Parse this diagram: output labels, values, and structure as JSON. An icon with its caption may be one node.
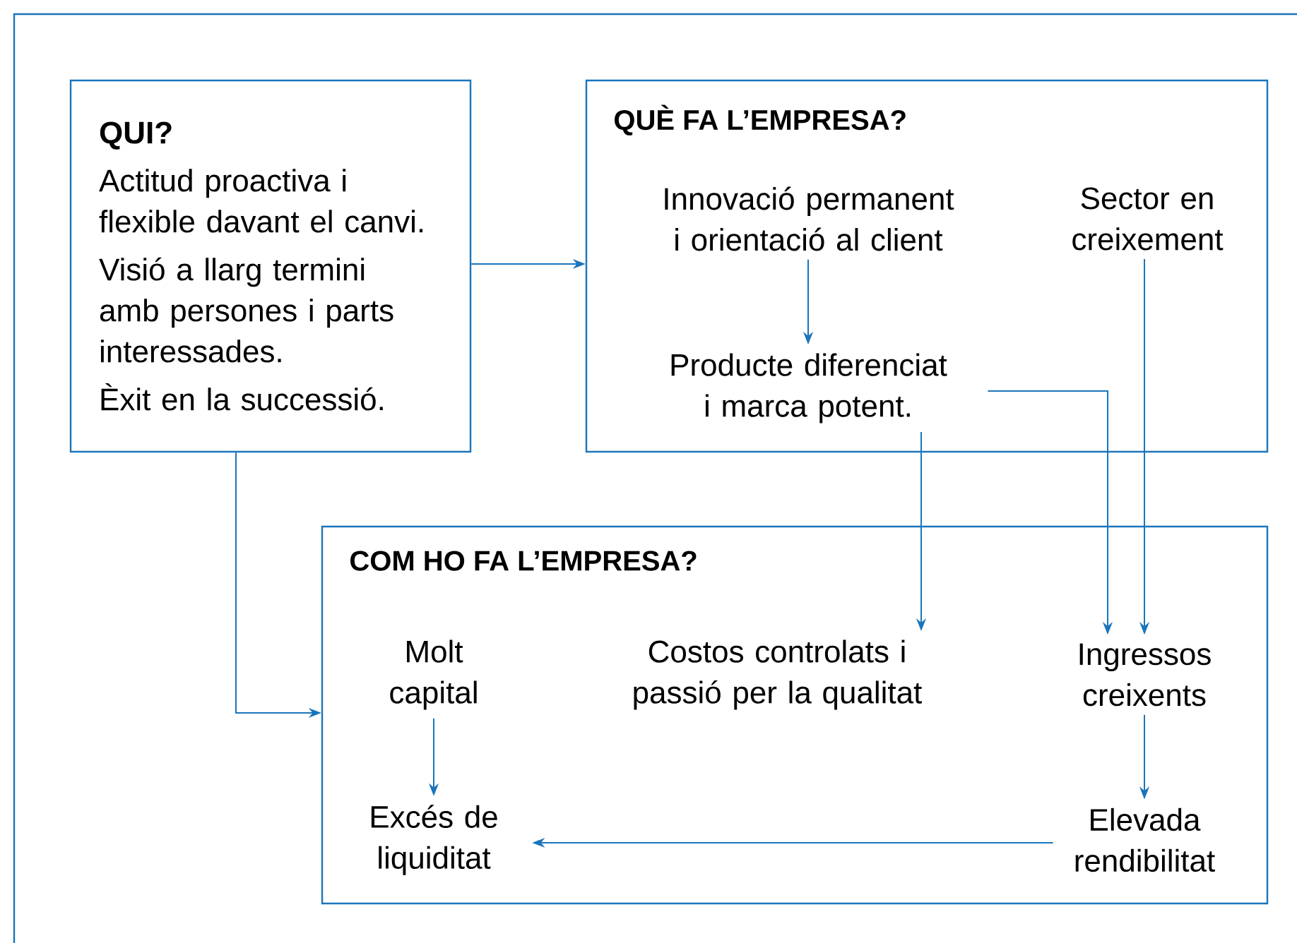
{
  "diagram": {
    "nodes": [
      {
        "text": [
          "QUI?",
          "Actitud proactiva i flexible davant el canvi.",
          "Visió a llarg termini amb persones i parts interessades.",
          "Èxit en la successió."
        ]
      },
      {
        "text": [
          "QUÈ FA L’EMPRESA?"
        ]
      },
      {
        "text": [
          "Innovació permanent i orientació al client"
        ],
        "in": 1
      },
      {
        "text": [
          "Sector en creixement"
        ],
        "in": 1
      },
      {
        "text": [
          "Producte diferenciat i marca potent."
        ],
        "in": 1
      },
      {
        "text": [
          "COM HO FA L’EMPRESA?"
        ]
      },
      {
        "text": [
          "Molt capital"
        ],
        "in": 5
      },
      {
        "text": [
          "Costos controlats i passió per la qualitat"
        ],
        "in": 5
      },
      {
        "text": [
          "Ingressos creixents"
        ],
        "in": 5
      },
      {
        "text": [
          "Excés de liquiditat"
        ],
        "in": 5
      },
      {
        "text": [
          "Elevada rendibilitat"
        ],
        "in": 5
      }
    ],
    "edges": [
      {
        "from": 0,
        "to": 1,
        "arrow": "to"
      },
      {
        "from": 0,
        "to": 5,
        "arrow": "to"
      },
      {
        "from": 2,
        "to": 4,
        "arrow": "to"
      },
      {
        "from": 4,
        "to": 7,
        "arrow": "to"
      },
      {
        "from": 4,
        "to": 8,
        "arrow": "to"
      },
      {
        "from": 3,
        "to": 8,
        "arrow": "to"
      },
      {
        "from": 6,
        "to": 9,
        "arrow": "to"
      },
      {
        "from": 8,
        "to": 10,
        "arrow": "to"
      },
      {
        "from": 10,
        "to": 9,
        "arrow": "to"
      }
    ]
  }
}
